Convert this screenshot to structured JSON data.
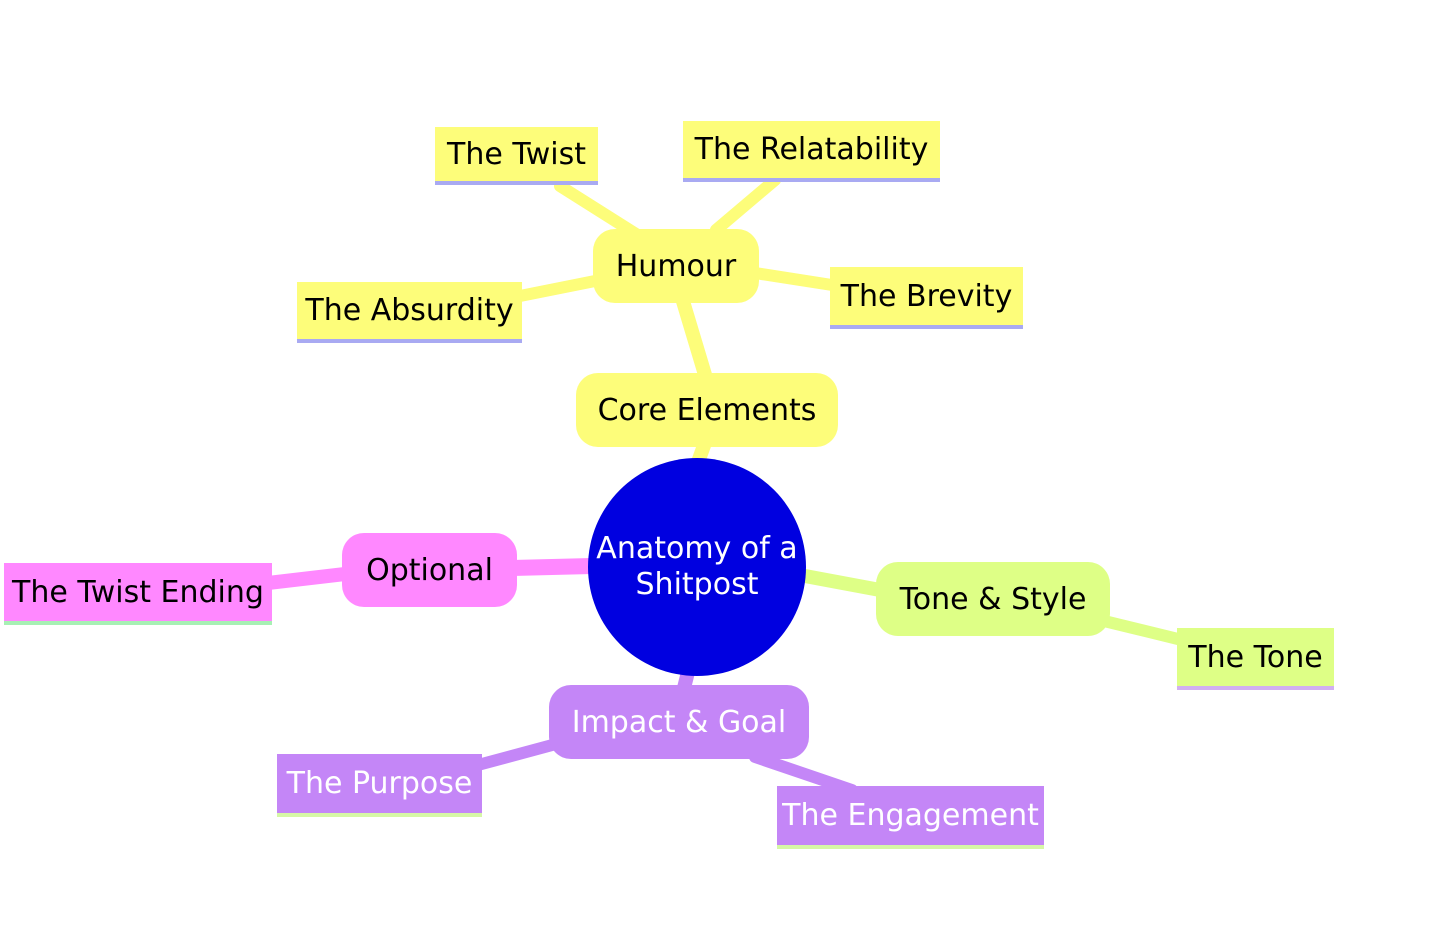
{
  "root": {
    "line1": "Anatomy of a",
    "line2": "Shitpost",
    "color": "#0000e0"
  },
  "branches": {
    "core": {
      "label": "Core Elements",
      "color": "#fdfd7a",
      "humour": {
        "label": "Humour",
        "twist": "The Twist",
        "relatability": "The Relatability",
        "absurdity": "The Absurdity",
        "brevity": "The Brevity"
      }
    },
    "optional": {
      "label": "Optional",
      "color": "#ff88ff",
      "twist_ending": "The Twist Ending"
    },
    "tone": {
      "label": "Tone & Style",
      "color": "#deff86",
      "tone": "The Tone"
    },
    "impact": {
      "label": "Impact & Goal",
      "color": "#c486f7",
      "purpose": "The Purpose",
      "engagement": "The Engagement"
    }
  }
}
